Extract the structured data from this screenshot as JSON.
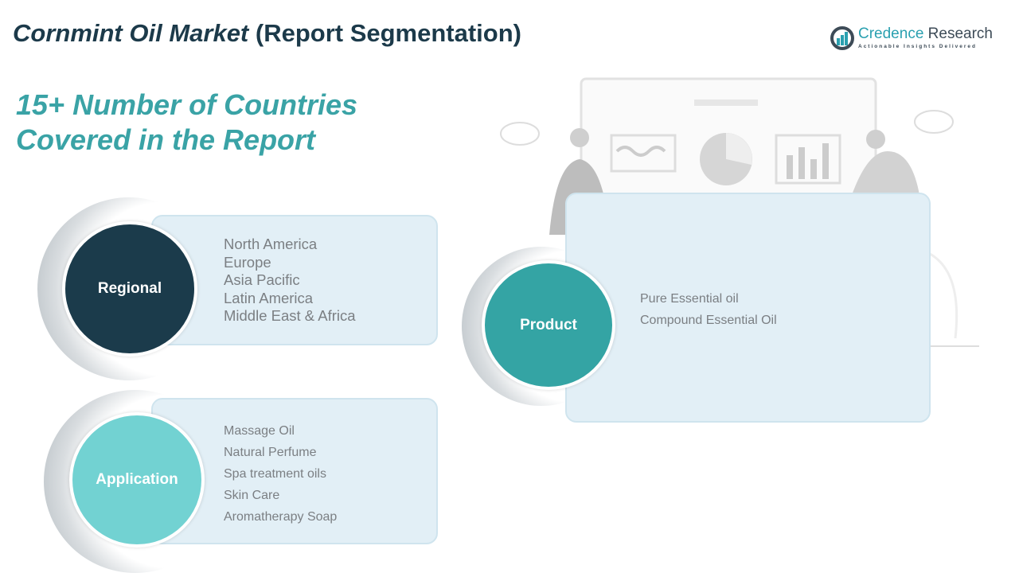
{
  "header": {
    "title_italic": "Cornmint Oil Market",
    "title_rest": " (Report Segmentation)",
    "subtitle_line1": "15+ Number of Countries",
    "subtitle_line2": "Covered in the Report"
  },
  "logo": {
    "name_part1": "Credence",
    "name_part2": " Research",
    "tagline": "Actionable Insights Delivered"
  },
  "segments": {
    "regional": {
      "label": "Regional",
      "items": [
        "North America",
        "Europe",
        "Asia Pacific",
        "Latin America",
        "Middle East & Africa"
      ]
    },
    "application": {
      "label": "Application",
      "items": [
        "Massage Oil",
        "Natural Perfume",
        "Spa treatment oils",
        "Skin Care",
        "Aromatherapy Soap"
      ]
    },
    "product": {
      "label": "Product",
      "items": [
        "Pure Essential oil",
        "Compound Essential Oil"
      ]
    }
  },
  "colors": {
    "regional": "#1b3b4b",
    "application": "#72d2d2",
    "product": "#34a4a4",
    "subtitle": "#3aa3a6"
  }
}
